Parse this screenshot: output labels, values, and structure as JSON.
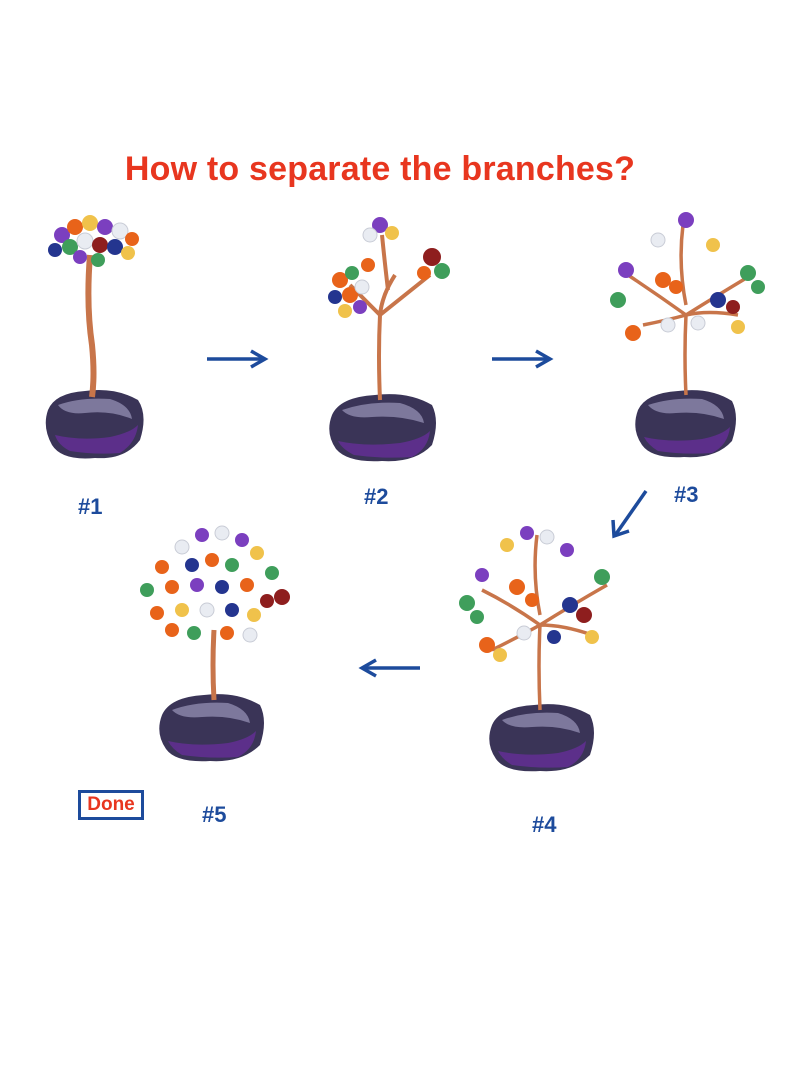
{
  "title": "How to separate the branches?",
  "steps": [
    {
      "label": "#1"
    },
    {
      "label": "#2"
    },
    {
      "label": "#3"
    },
    {
      "label": "#4"
    },
    {
      "label": "#5"
    }
  ],
  "done_label": "Done",
  "colors": {
    "title": "#e8361f",
    "labels": "#1d4b9c",
    "arrows": "#1d4b9c",
    "wire": "#c8754a",
    "rock_dark": "#2f2a4a",
    "rock_light": "#6f6a8f",
    "amethyst": "#7b3fbf",
    "carnelian": "#e8631a",
    "aventurine": "#3f9e5b",
    "lapis": "#24358f",
    "quartz": "#e9ecf2",
    "citrine": "#f0c24b",
    "jasper": "#8e1e1e"
  }
}
